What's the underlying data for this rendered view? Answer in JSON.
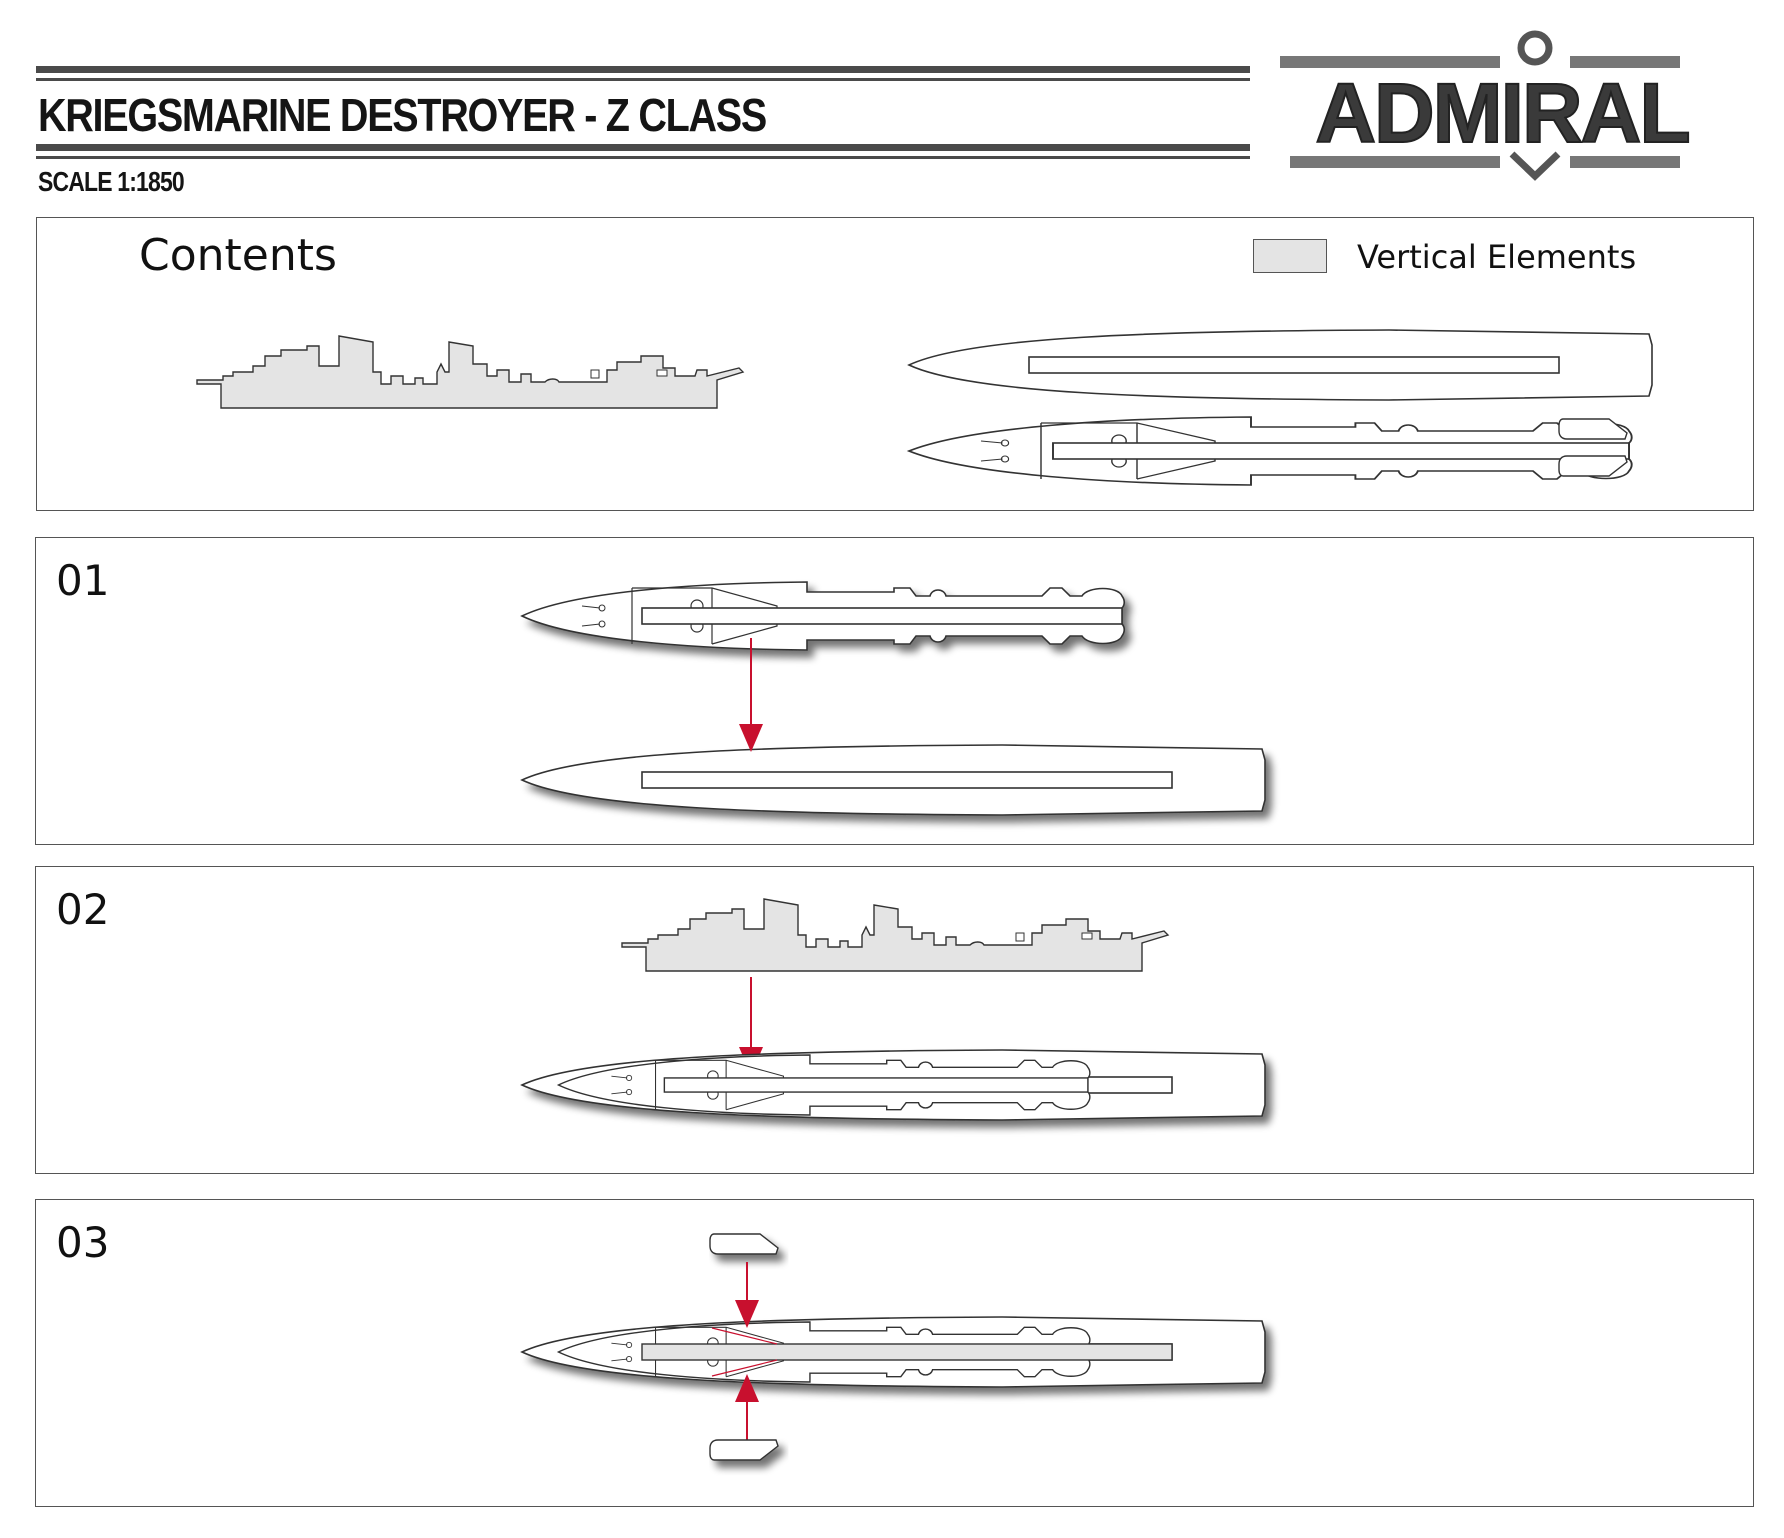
{
  "header": {
    "title": "KRIEGSMARINE DESTROYER - Z CLASS",
    "scale": "SCALE 1:1850",
    "brand_logo": "ADMIRAL"
  },
  "contents_panel": {
    "title": "Contents",
    "legend_label": "Vertical Elements"
  },
  "steps": [
    {
      "label": "01"
    },
    {
      "label": "02"
    },
    {
      "label": "03"
    }
  ],
  "colors": {
    "vertical_element_fill": "#e4e4e4",
    "arrow": "#c8102e",
    "rule": "#4a4a4a"
  }
}
